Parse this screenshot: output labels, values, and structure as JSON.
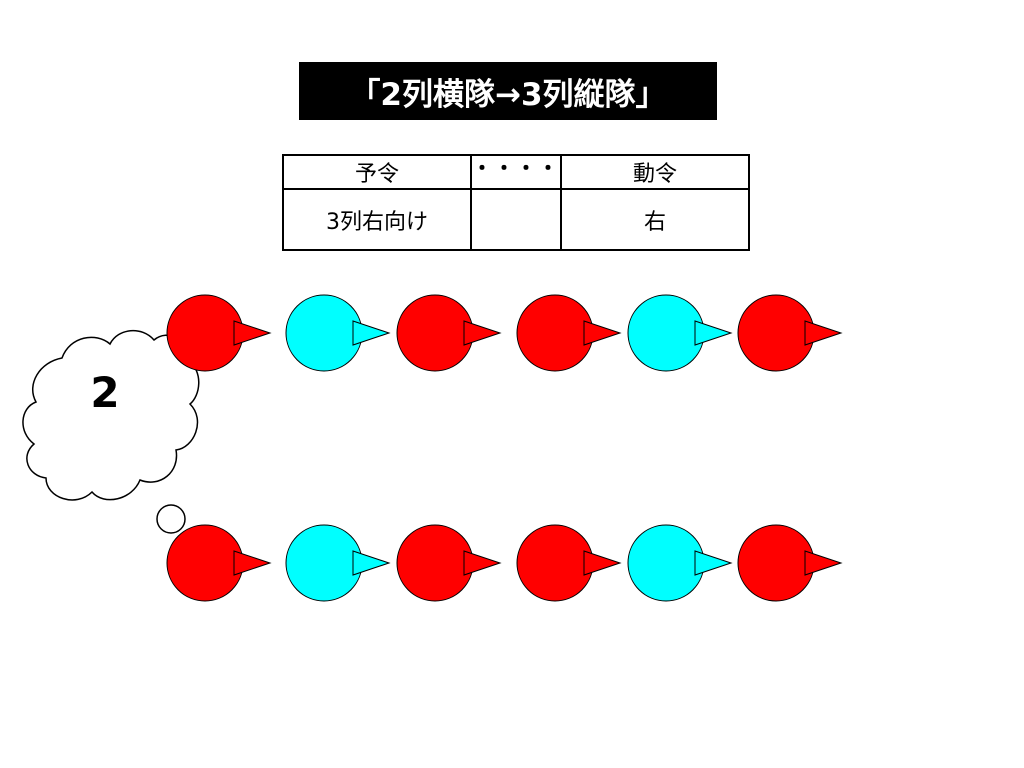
{
  "title": "「2列横隊→3列縦隊」",
  "command_table": {
    "header": {
      "preparatory_label": "予令",
      "pause_label": "・・・・",
      "execution_label": "動令"
    },
    "row": {
      "preparatory": "3列右向け",
      "pause": "",
      "execution": "右"
    }
  },
  "thought": {
    "text": "2"
  },
  "formation": {
    "rows": 2,
    "pattern": [
      "red",
      "cyan",
      "red",
      "red",
      "cyan",
      "red"
    ],
    "facing": "right",
    "speaker": {
      "row": 2,
      "position": 1
    }
  },
  "colors": {
    "red": "#ff0000",
    "cyan": "#00ffff",
    "outline": "#000000",
    "title_bg": "#000000",
    "title_fg": "#ffffff"
  }
}
